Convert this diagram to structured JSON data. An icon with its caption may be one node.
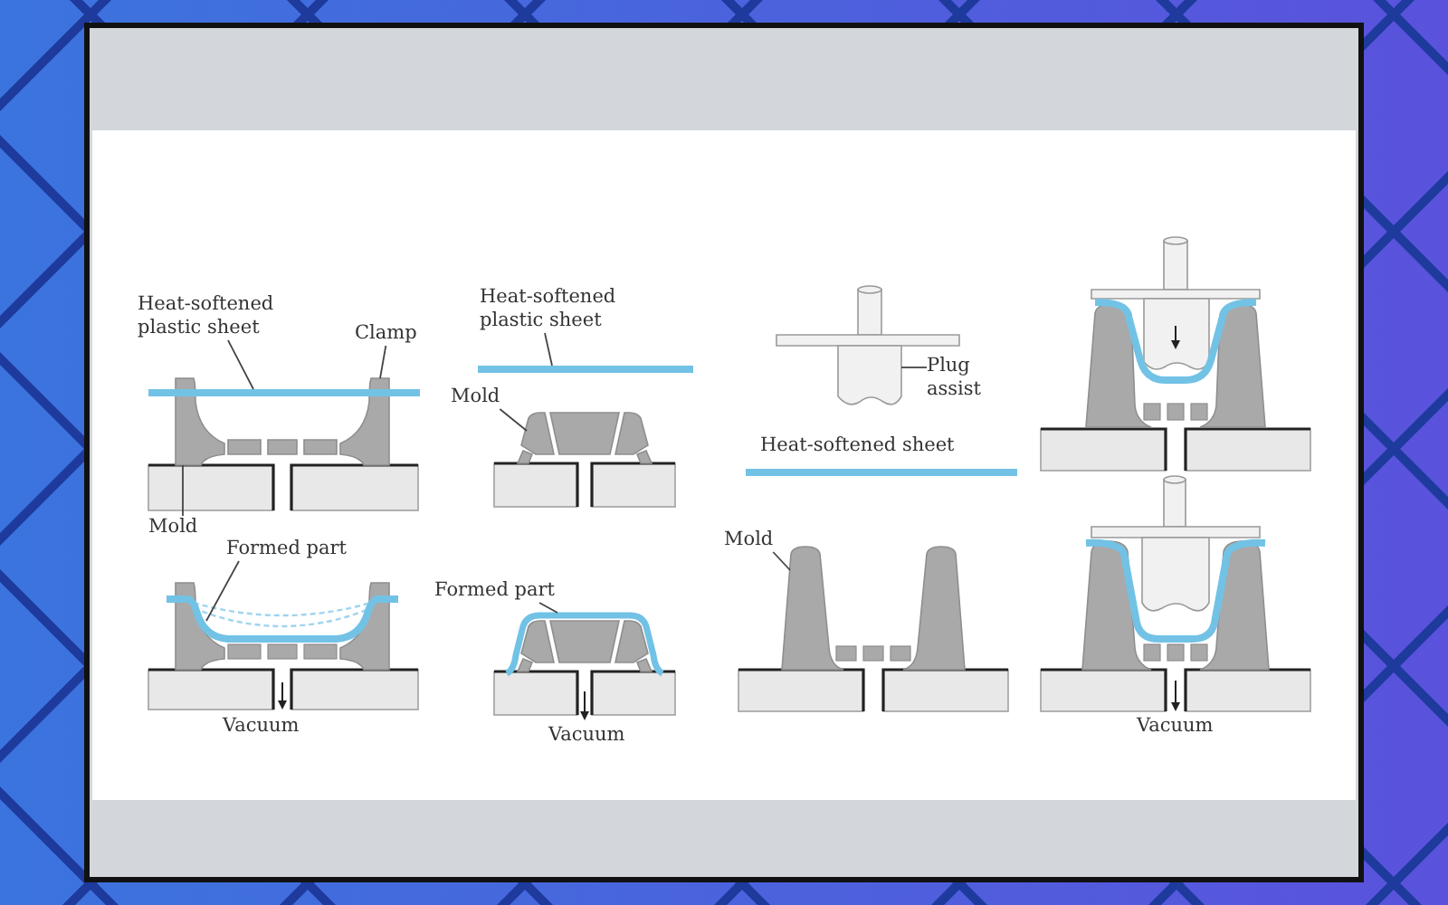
{
  "diagram": {
    "nodes": [
      {
        "text": [
          "Heat-softened plastic sheet"
        ]
      },
      {
        "text": [],
        "shape": "bar"
      },
      {
        "text": [
          "Clamp"
        ]
      },
      {
        "text": [],
        "shape": "picture"
      },
      {
        "text": [
          "Heat-softened plastic sheet"
        ]
      },
      {
        "text": [],
        "shape": "bar"
      },
      {
        "text": [
          "Mold"
        ]
      },
      {
        "text": [],
        "shape": "picture"
      },
      {
        "text": [
          "Plug assist"
        ]
      },
      {
        "text": [],
        "shape": "picture"
      },
      {
        "text": [
          "Mold"
        ]
      },
      {
        "text": [],
        "shape": "picture"
      },
      {
        "text": [
          "Formed part"
        ]
      },
      {
        "text": [],
        "shape": "picture"
      },
      {
        "text": [
          "Formed part"
        ]
      },
      {
        "text": [],
        "shape": "picture"
      },
      {
        "text": [
          "Mold"
        ]
      },
      {
        "text": [],
        "shape": "picture"
      }
    ],
    "edges": [
      {
        "from": 0,
        "to": 1,
        "arrow": "none"
      },
      {
        "from": 2,
        "to": 3,
        "arrow": "none"
      },
      {
        "from": 4,
        "to": 5,
        "arrow": "none"
      },
      {
        "from": 6,
        "to": 7,
        "arrow": "none"
      },
      {
        "from": 8,
        "to": 9,
        "arrow": "none"
      },
      {
        "from": 10,
        "to": 11,
        "arrow": "none"
      },
      {
        "from": 12,
        "to": 13,
        "arrow": "none"
      },
      {
        "from": 14,
        "to": 15,
        "arrow": "none"
      },
      {
        "from": 16,
        "to": 17,
        "arrow": "none"
      }
    ],
    "labels": [
      "Heat-softened sheet",
      "Vacuum",
      "Vacuum",
      "Vacuum"
    ]
  }
}
